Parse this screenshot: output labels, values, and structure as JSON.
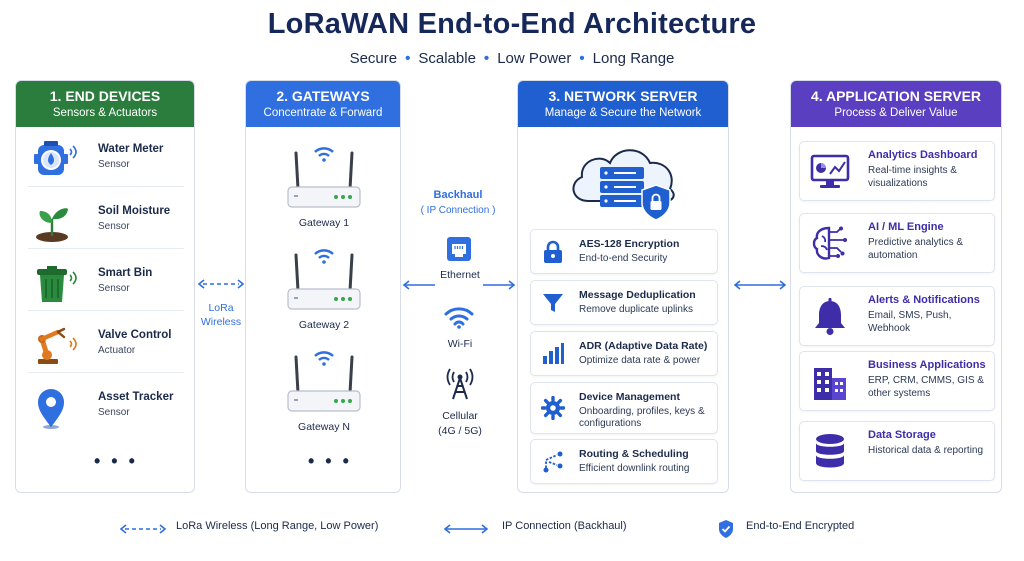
{
  "header": {
    "title": "LoRaWAN End-to-End Architecture",
    "tags": [
      "Secure",
      "Scalable",
      "Low Power",
      "Long Range"
    ]
  },
  "colors": {
    "end_devices": "#2a7d3c",
    "gateways": "#2f6fe0",
    "network_server": "#1f5fcf",
    "application_server": "#5a3fc0"
  },
  "end_devices": {
    "heading": "1. END DEVICES",
    "subheading": "Sensors & Actuators",
    "items": [
      {
        "label": "Water Meter",
        "type": "Sensor",
        "icon": "water-meter-icon"
      },
      {
        "label": "Soil Moisture",
        "type": "Sensor",
        "icon": "plant-icon"
      },
      {
        "label": "Smart Bin",
        "type": "Sensor",
        "icon": "trash-bin-icon"
      },
      {
        "label": "Valve Control",
        "type": "Actuator",
        "icon": "robot-arm-icon"
      },
      {
        "label": "Asset Tracker",
        "type": "Sensor",
        "icon": "location-pin-icon"
      }
    ],
    "more": "• • •"
  },
  "lora_link": {
    "line1": "LoRa",
    "line2": "Wireless"
  },
  "gateways": {
    "heading": "2. GATEWAYS",
    "subheading": "Concentrate & Forward",
    "items": [
      {
        "label": "Gateway 1",
        "icon": "gateway-router-icon"
      },
      {
        "label": "Gateway 2",
        "icon": "gateway-router-icon"
      },
      {
        "label": "Gateway N",
        "icon": "gateway-router-icon"
      }
    ],
    "more": "• • •"
  },
  "backhaul": {
    "title": "Backhaul",
    "subtitle": "( IP Connection )",
    "items": [
      {
        "label": "Ethernet",
        "icon": "ethernet-port-icon"
      },
      {
        "label": "Wi-Fi",
        "icon": "wifi-icon"
      },
      {
        "label": "Cellular",
        "sub": "(4G / 5G)",
        "icon": "cell-tower-icon"
      }
    ]
  },
  "network_server": {
    "heading": "3. NETWORK SERVER",
    "subheading": "Manage & Secure the Network",
    "items": [
      {
        "label": "AES-128 Encryption",
        "desc": "End-to-end Security",
        "icon": "lock-icon"
      },
      {
        "label": "Message Deduplication",
        "desc": "Remove duplicate uplinks",
        "icon": "filter-icon"
      },
      {
        "label": "ADR (Adaptive Data Rate)",
        "desc": "Optimize data rate & power",
        "icon": "bar-chart-icon"
      },
      {
        "label": "Device Management",
        "desc": "Onboarding, profiles, keys & configurations",
        "icon": "gear-icon"
      },
      {
        "label": "Routing & Scheduling",
        "desc": "Efficient downlink routing",
        "icon": "routing-icon"
      }
    ]
  },
  "application_server": {
    "heading": "4. APPLICATION SERVER",
    "subheading": "Process & Deliver Value",
    "items": [
      {
        "label": "Analytics Dashboard",
        "desc": "Real-time insights & visualizations",
        "icon": "dashboard-monitor-icon"
      },
      {
        "label": "AI / ML Engine",
        "desc": "Predictive analytics & automation",
        "icon": "ai-brain-icon"
      },
      {
        "label": "Alerts & Notifications",
        "desc": "Email, SMS, Push, Webhook",
        "icon": "bell-icon"
      },
      {
        "label": "Business Applications",
        "desc": "ERP, CRM, CMMS, GIS & other systems",
        "icon": "buildings-icon"
      },
      {
        "label": "Data Storage",
        "desc": "Historical data & reporting",
        "icon": "database-icon"
      }
    ]
  },
  "legend": {
    "lora": "LoRa Wireless (Long Range, Low Power)",
    "ip": "IP Connection (Backhaul)",
    "encrypted": "End-to-End Encrypted"
  }
}
